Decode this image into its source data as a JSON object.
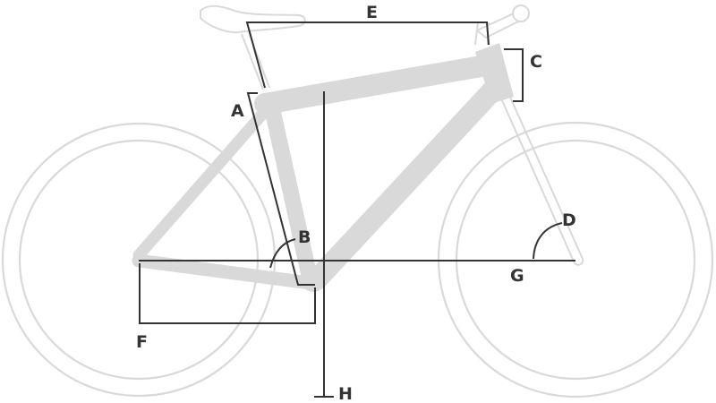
{
  "diagram": {
    "colors": {
      "frame": "#d9d9d9",
      "dimension_lines": "#333333",
      "background": "#ffffff"
    },
    "labels": {
      "a": "A",
      "b": "B",
      "c": "C",
      "d": "D",
      "e": "E",
      "f": "F",
      "g": "G",
      "h": "H"
    }
  }
}
